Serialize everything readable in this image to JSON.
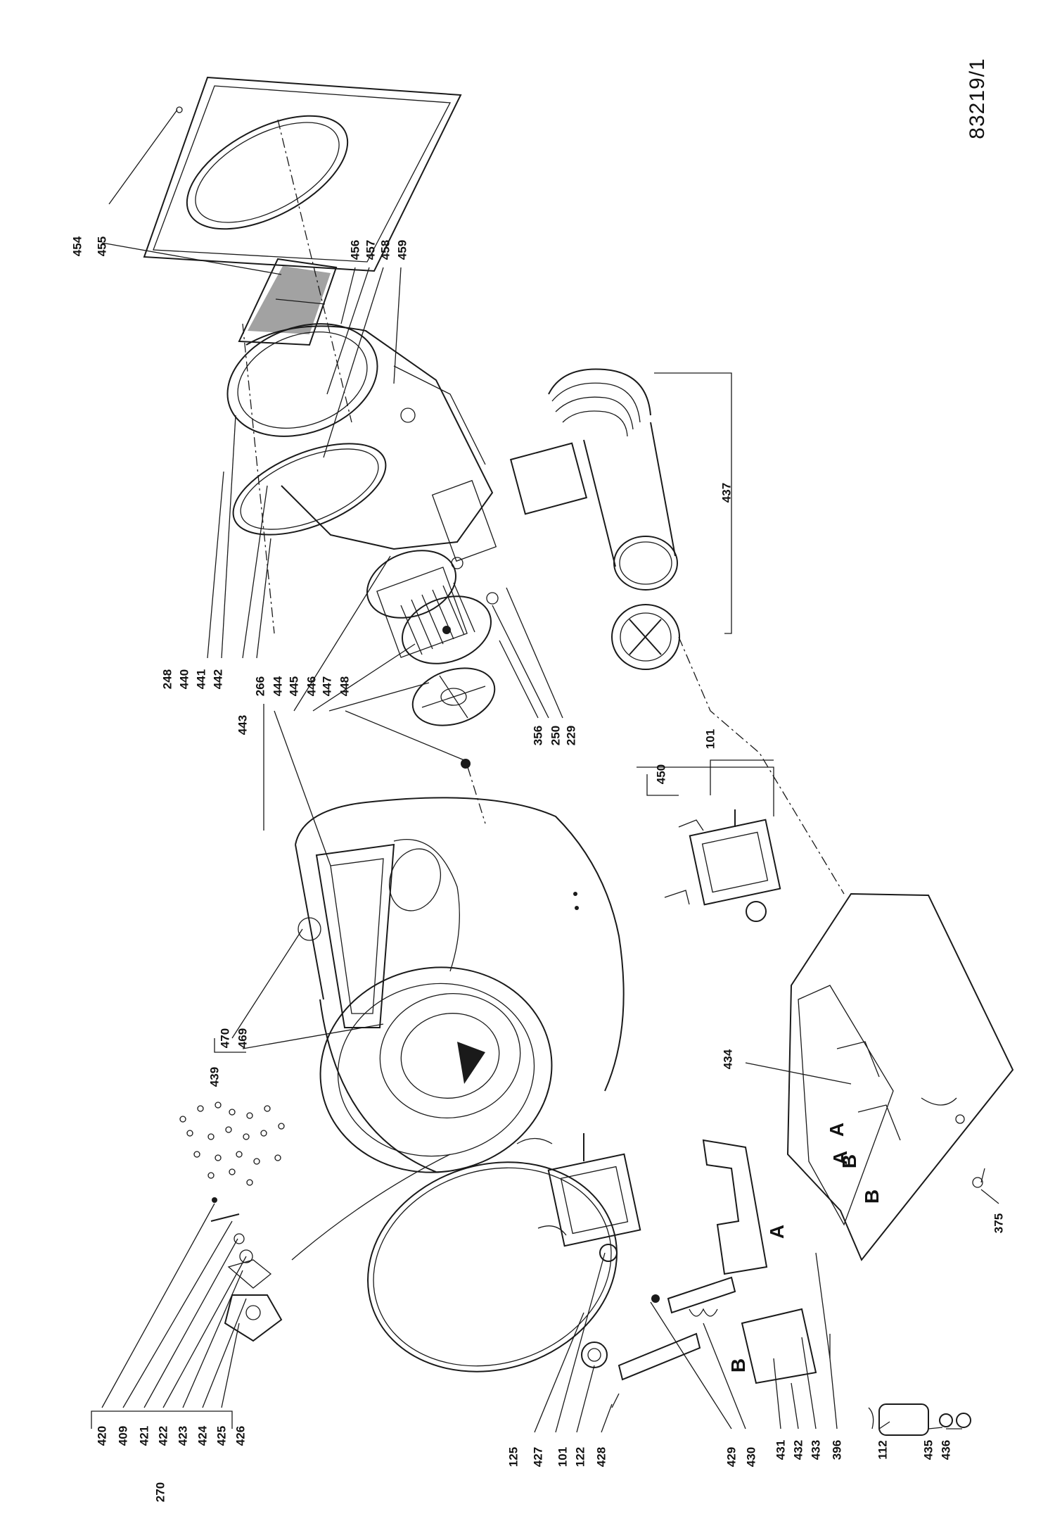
{
  "document_number": "83219/1",
  "callouts": [
    {
      "id": "c454",
      "text": "454"
    },
    {
      "id": "c455",
      "text": "455"
    },
    {
      "id": "c456",
      "text": "456"
    },
    {
      "id": "c457",
      "text": "457"
    },
    {
      "id": "c458",
      "text": "458"
    },
    {
      "id": "c459",
      "text": "459"
    },
    {
      "id": "c248",
      "text": "248"
    },
    {
      "id": "c440",
      "text": "440"
    },
    {
      "id": "c441",
      "text": "441"
    },
    {
      "id": "c442",
      "text": "442"
    },
    {
      "id": "c443",
      "text": "443"
    },
    {
      "id": "c266",
      "text": "266"
    },
    {
      "id": "c444",
      "text": "444"
    },
    {
      "id": "c445",
      "text": "445"
    },
    {
      "id": "c446",
      "text": "446"
    },
    {
      "id": "c447",
      "text": "447"
    },
    {
      "id": "c448",
      "text": "448"
    },
    {
      "id": "c356",
      "text": "356"
    },
    {
      "id": "c250",
      "text": "250"
    },
    {
      "id": "c229",
      "text": "229"
    },
    {
      "id": "c437",
      "text": "437"
    },
    {
      "id": "c101a",
      "text": "101"
    },
    {
      "id": "c450",
      "text": "450"
    },
    {
      "id": "c470",
      "text": "470"
    },
    {
      "id": "c469",
      "text": "469"
    },
    {
      "id": "c439",
      "text": "439"
    },
    {
      "id": "c434",
      "text": "434"
    },
    {
      "id": "c375",
      "text": "375"
    },
    {
      "id": "c420",
      "text": "420"
    },
    {
      "id": "c409",
      "text": "409"
    },
    {
      "id": "c421",
      "text": "421"
    },
    {
      "id": "c422",
      "text": "422"
    },
    {
      "id": "c423",
      "text": "423"
    },
    {
      "id": "c424",
      "text": "424"
    },
    {
      "id": "c425",
      "text": "425"
    },
    {
      "id": "c426",
      "text": "426"
    },
    {
      "id": "c270",
      "text": "270"
    },
    {
      "id": "c125",
      "text": "125"
    },
    {
      "id": "c427",
      "text": "427"
    },
    {
      "id": "c101b",
      "text": "101"
    },
    {
      "id": "c122",
      "text": "122"
    },
    {
      "id": "c428",
      "text": "428"
    },
    {
      "id": "c429",
      "text": "429"
    },
    {
      "id": "c430",
      "text": "430"
    },
    {
      "id": "c431",
      "text": "431"
    },
    {
      "id": "c432",
      "text": "432"
    },
    {
      "id": "c433",
      "text": "433"
    },
    {
      "id": "c396",
      "text": "396"
    },
    {
      "id": "c112",
      "text": "112"
    },
    {
      "id": "c435",
      "text": "435"
    },
    {
      "id": "c436",
      "text": "436"
    }
  ],
  "markers": [
    {
      "id": "mA1",
      "text": "A"
    },
    {
      "id": "mB1",
      "text": "B"
    },
    {
      "id": "mA2",
      "text": "A"
    },
    {
      "id": "mB2",
      "text": "B"
    },
    {
      "id": "mA3",
      "text": "A"
    },
    {
      "id": "mB3",
      "text": "B"
    }
  ]
}
